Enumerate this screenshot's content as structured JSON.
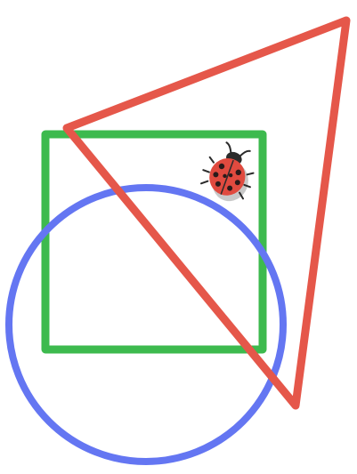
{
  "colors": {
    "background": "#ffffff",
    "square": "#3dba4e",
    "circle": "#6476f2",
    "triangle": "#e5574a",
    "ladybug_body": "#e04a3f",
    "ladybug_spots": "#2a1a1a",
    "ladybug_head": "#2b2b2b",
    "ladybug_shadow": "#c8c8c8"
  },
  "shapes": [
    {
      "kind": "square",
      "color_key": "square"
    },
    {
      "kind": "circle",
      "color_key": "circle"
    },
    {
      "kind": "triangle",
      "color_key": "triangle"
    }
  ],
  "sprite": {
    "icon": "ladybug-icon"
  }
}
